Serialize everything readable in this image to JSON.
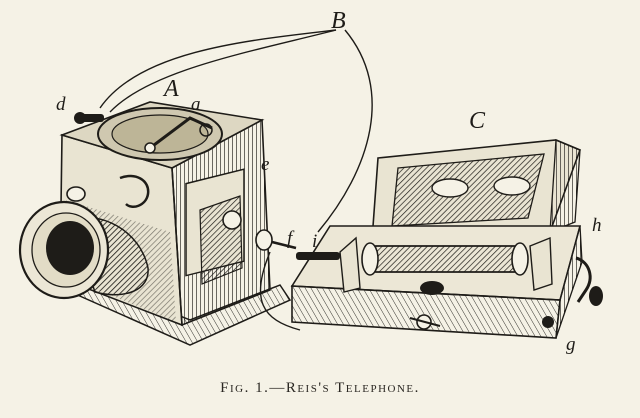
{
  "labels": {
    "A": "A",
    "B": "B",
    "C": "C",
    "a": "a",
    "d": "d",
    "e": "e",
    "f": "f",
    "g": "g",
    "h": "h",
    "i": "i"
  },
  "caption": "Fig. 1.—Reis's Telephone.",
  "colors": {
    "paper": "#f5f2e6",
    "ink": "#1e1c18"
  }
}
